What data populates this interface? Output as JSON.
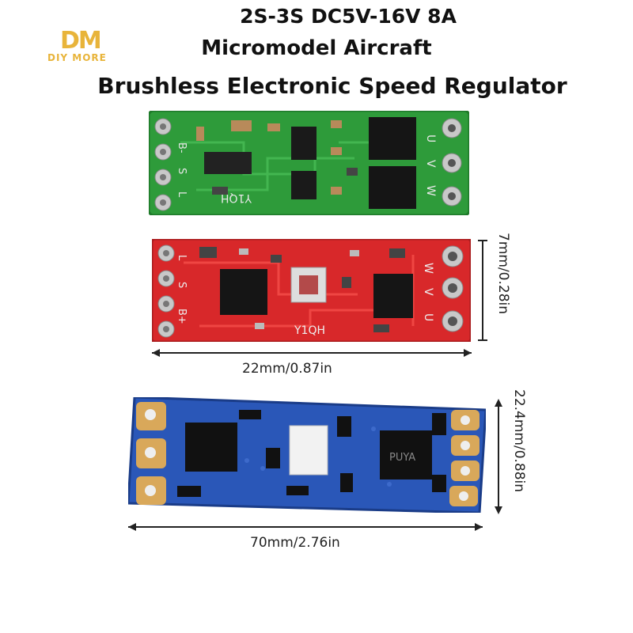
{
  "title": {
    "line1": "2S-3S DC5V-16V 8A",
    "line2": "Micromodel Aircraft",
    "line3": "Brushless Electronic Speed Regulator"
  },
  "logo": {
    "mark": "DM",
    "text": "DIY MORE"
  },
  "boards": {
    "green": {
      "color": "#2e9b3a",
      "silkscreen": "Y1QH",
      "labels": [
        "B-",
        "S",
        "L"
      ],
      "motor_labels": [
        "U",
        "V",
        "W"
      ]
    },
    "red": {
      "color": "#d8282a",
      "silkscreen": "Y1QH",
      "labels": [
        "L",
        "S",
        "B+"
      ],
      "motor_labels": [
        "W",
        "V",
        "U"
      ]
    },
    "blue": {
      "color": "#2a57b8",
      "chip_text": "PUYA"
    }
  },
  "dimensions": {
    "red_height": "7mm/0.28in",
    "red_width": "22mm/0.87in",
    "blue_height": "22.4mm/0.88in",
    "blue_width": "70mm/2.76in"
  }
}
